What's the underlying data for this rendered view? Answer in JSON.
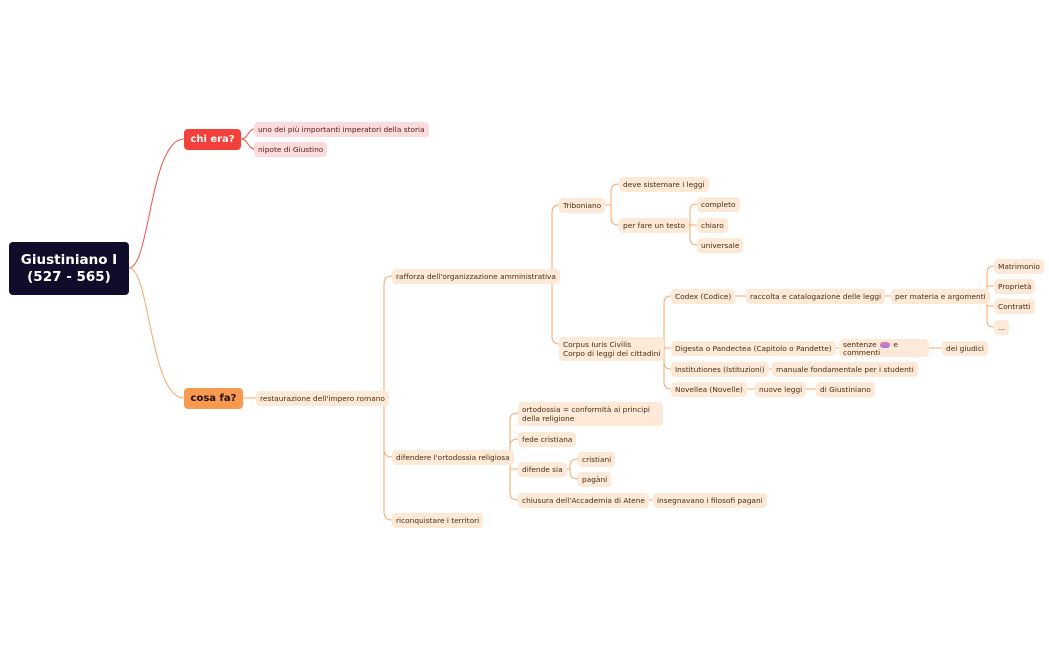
{
  "root": {
    "line1": "Giustiniano I",
    "line2": "(527 - 565)"
  },
  "chi_era": {
    "label": "chi era?",
    "items": [
      "uno dei più importanti imperatori della storia",
      "nipote di Giustino"
    ]
  },
  "cosa_fa": {
    "label": "cosa fa?",
    "restaurazione": "restaurazione dell'impero romano",
    "rafforza": "rafforza dell'organizzazione amministrativa",
    "triboniano": "Triboniano",
    "deve": "deve sistemare i leggi",
    "per_fare": "per fare un testo",
    "qualita": [
      "completo",
      "chiaro",
      "universale"
    ],
    "corpus_line1": "Corpus Iuris Civilis",
    "corpus_line2": "Corpo di leggi dei cittadini",
    "codex": "Codex (Codice)",
    "raccolta": "raccolta e catalogazione delle leggi",
    "per_materia": "per materia e argomenti",
    "materie": [
      "Matrimonio",
      "Proprietà",
      "Contratti",
      "..."
    ],
    "digesta": "Digesta o Pandectea (Capitolo o Pandette)",
    "sentenze_a": "sentenze",
    "sentenze_b": "e",
    "sentenze_c": "commenti",
    "giudici": "dei giudici",
    "institutiones": "Institutiones (Istituzioni)",
    "manuale": "manuale fondamentale per i studenti",
    "novellea": "Novellea (Novelle)",
    "nuove": "nuove leggi",
    "di_giustiniano": "di Giustiniano",
    "difendere": "difendere l'ortodossia religiosa",
    "ortodossia": "ortodossia = conformità ai principi della religione",
    "fede": "fede cristiana",
    "difende_sia": "difende sia",
    "cristiani": "cristiani",
    "pagani": "pagàni",
    "chiusura": "chiusura dell'Accademia di Atene",
    "insegnavano": "insegnavano i filosofi pagani",
    "riconquistare": "riconquistare i territori"
  },
  "colors": {
    "root": "#0f0d2a",
    "red": "#f4403a",
    "orange": "#f7994e",
    "node_bg": "#fde9d8",
    "red_node_bg": "#fbdcdc",
    "line_orange": "#f4a86a",
    "line_red": "#f0534a"
  }
}
